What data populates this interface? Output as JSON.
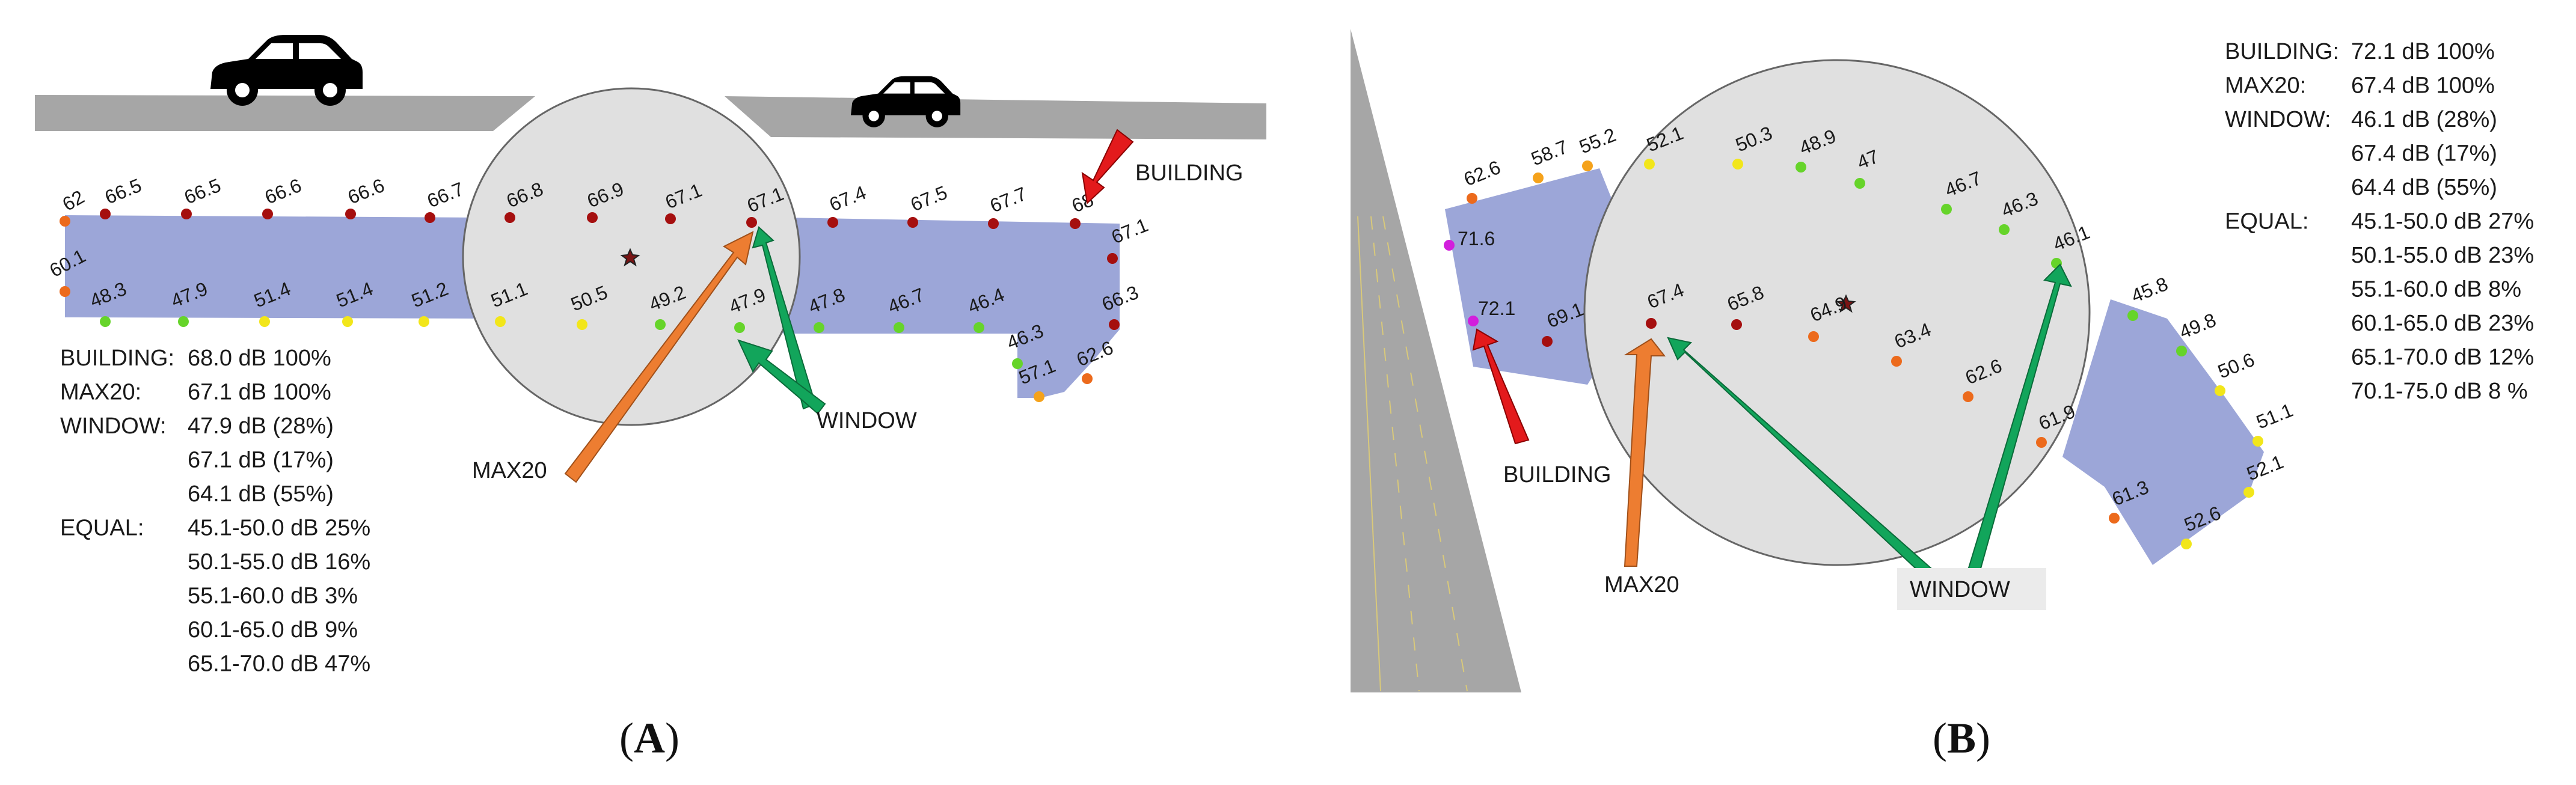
{
  "colors": {
    "dot_dark_red": "#a50f0f",
    "dot_orange": "#ec6a1c",
    "dot_amber": "#f5a21b",
    "dot_yellow": "#f2e61a",
    "dot_green": "#66d42a",
    "dot_magenta": "#d21fdc",
    "area_fill": "#9ca6d8",
    "circle_fill": "#e0e0e0",
    "road_gray": "#a6a6a6",
    "arrow_building": "#e31a1c",
    "arrow_max20": "#ed7d31",
    "arrow_window": "#12a55b"
  },
  "panel_a": {
    "label_open": "(",
    "label_letter": "A",
    "label_close": ")",
    "icons": [
      "car-icon",
      "car-icon"
    ],
    "callouts": {
      "building": "BUILDING",
      "max20": "MAX20",
      "window": "WINDOW"
    },
    "points": [
      {
        "v": "62",
        "c": "dot_orange"
      },
      {
        "v": "66.5",
        "c": "dot_dark_red"
      },
      {
        "v": "66.5",
        "c": "dot_dark_red"
      },
      {
        "v": "66.6",
        "c": "dot_dark_red"
      },
      {
        "v": "66.6",
        "c": "dot_dark_red"
      },
      {
        "v": "66.7",
        "c": "dot_dark_red"
      },
      {
        "v": "66.8",
        "c": "dot_dark_red"
      },
      {
        "v": "66.9",
        "c": "dot_dark_red"
      },
      {
        "v": "67.1",
        "c": "dot_dark_red"
      },
      {
        "v": "67.1",
        "c": "dot_dark_red"
      },
      {
        "v": "67.4",
        "c": "dot_dark_red"
      },
      {
        "v": "67.5",
        "c": "dot_dark_red"
      },
      {
        "v": "67.7",
        "c": "dot_dark_red"
      },
      {
        "v": "68",
        "c": "dot_dark_red"
      },
      {
        "v": "67.1",
        "c": "dot_dark_red"
      },
      {
        "v": "60.1",
        "c": "dot_orange"
      },
      {
        "v": "48.3",
        "c": "dot_green"
      },
      {
        "v": "47.9",
        "c": "dot_green"
      },
      {
        "v": "51.4",
        "c": "dot_yellow"
      },
      {
        "v": "51.4",
        "c": "dot_yellow"
      },
      {
        "v": "51.2",
        "c": "dot_yellow"
      },
      {
        "v": "51.1",
        "c": "dot_yellow"
      },
      {
        "v": "50.5",
        "c": "dot_yellow"
      },
      {
        "v": "49.2",
        "c": "dot_green"
      },
      {
        "v": "47.9",
        "c": "dot_green"
      },
      {
        "v": "47.8",
        "c": "dot_green"
      },
      {
        "v": "46.7",
        "c": "dot_green"
      },
      {
        "v": "46.4",
        "c": "dot_green"
      },
      {
        "v": "46.3",
        "c": "dot_green"
      },
      {
        "v": "66.3",
        "c": "dot_dark_red"
      },
      {
        "v": "57.1",
        "c": "dot_amber"
      },
      {
        "v": "62.6",
        "c": "dot_orange"
      }
    ],
    "stats": [
      [
        "BUILDING:",
        "68.0 dB 100%"
      ],
      [
        "MAX20:",
        "67.1 dB 100%"
      ],
      [
        "WINDOW:",
        "47.9 dB (28%)"
      ],
      [
        "",
        "67.1 dB (17%)"
      ],
      [
        "",
        "64.1 dB (55%)"
      ],
      [
        "EQUAL:",
        "45.1-50.0 dB 25%"
      ],
      [
        "",
        "50.1-55.0 dB 16%"
      ],
      [
        "",
        "55.1-60.0 dB 3%"
      ],
      [
        "",
        "60.1-65.0 dB 9%"
      ],
      [
        "",
        "65.1-70.0 dB 47%"
      ]
    ]
  },
  "panel_b": {
    "label_open": "(",
    "label_letter": "B",
    "label_close": ")",
    "callouts": {
      "building": "BUILDING",
      "max20": "MAX20",
      "window": "WINDOW"
    },
    "points": [
      {
        "v": "62.6",
        "c": "dot_orange"
      },
      {
        "v": "58.7",
        "c": "dot_amber"
      },
      {
        "v": "55.2",
        "c": "dot_amber"
      },
      {
        "v": "52.1",
        "c": "dot_yellow"
      },
      {
        "v": "50.3",
        "c": "dot_yellow"
      },
      {
        "v": "48.9",
        "c": "dot_green"
      },
      {
        "v": "47",
        "c": "dot_green"
      },
      {
        "v": "46.7",
        "c": "dot_green"
      },
      {
        "v": "46.3",
        "c": "dot_green"
      },
      {
        "v": "46.1",
        "c": "dot_green"
      },
      {
        "v": "71.6",
        "c": "dot_magenta"
      },
      {
        "v": "72.1",
        "c": "dot_magenta"
      },
      {
        "v": "69.1",
        "c": "dot_dark_red"
      },
      {
        "v": "67.4",
        "c": "dot_dark_red"
      },
      {
        "v": "65.8",
        "c": "dot_dark_red"
      },
      {
        "v": "64.9",
        "c": "dot_orange"
      },
      {
        "v": "63.4",
        "c": "dot_orange"
      },
      {
        "v": "62.6",
        "c": "dot_orange"
      },
      {
        "v": "61.9",
        "c": "dot_orange"
      },
      {
        "v": "61.3",
        "c": "dot_orange"
      },
      {
        "v": "45.8",
        "c": "dot_green"
      },
      {
        "v": "49.8",
        "c": "dot_green"
      },
      {
        "v": "50.6",
        "c": "dot_yellow"
      },
      {
        "v": "51.1",
        "c": "dot_yellow"
      },
      {
        "v": "52.1",
        "c": "dot_yellow"
      },
      {
        "v": "52.6",
        "c": "dot_yellow"
      }
    ],
    "stats": [
      [
        "BUILDING:",
        "72.1 dB 100%"
      ],
      [
        "MAX20:",
        "67.4 dB 100%"
      ],
      [
        "WINDOW:",
        "46.1 dB (28%)"
      ],
      [
        "",
        "67.4 dB (17%)"
      ],
      [
        "",
        "64.4 dB (55%)"
      ],
      [
        "EQUAL:",
        "45.1-50.0 dB 27%"
      ],
      [
        "",
        "50.1-55.0 dB 23%"
      ],
      [
        "",
        "55.1-60.0 dB 8%"
      ],
      [
        "",
        "60.1-65.0 dB 23%"
      ],
      [
        "",
        "65.1-70.0 dB 12%"
      ],
      [
        "",
        "70.1-75.0 dB 8 %"
      ]
    ]
  }
}
